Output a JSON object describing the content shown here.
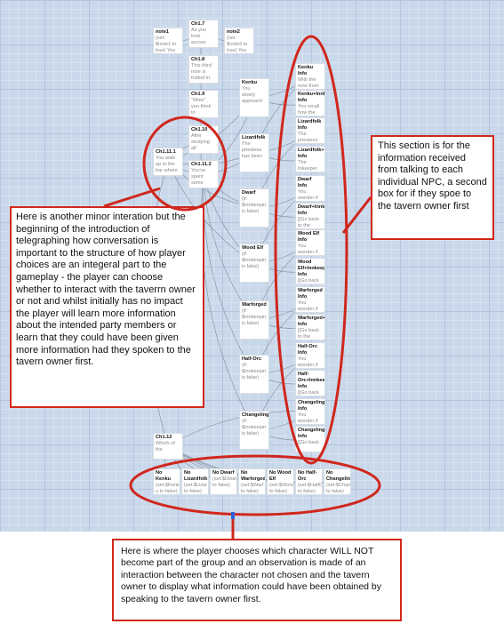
{
  "passages": [
    {
      "id": "note1",
      "title": "note1",
      "body": "(set:\n$note1 to\ntrue) You"
    },
    {
      "id": "ch1-7",
      "title": "Ch1.7",
      "body": "As you\nlook\nacross"
    },
    {
      "id": "note2",
      "title": "note2",
      "body": "(set:\n$note2 to\ntrue) You"
    },
    {
      "id": "ch1-8",
      "title": "Ch1.8",
      "body": "This third\nnote is\nfolded in"
    },
    {
      "id": "ch1-9",
      "title": "Ch1.9",
      "body": "\"Wow\"\nyou think\nto"
    },
    {
      "id": "ch1-10",
      "title": "Ch1.10",
      "body": "After\nstudying\nall"
    },
    {
      "id": "ch1-11-1",
      "title": "Ch1.11.1",
      "body": "You walk\nup to the\nbar where"
    },
    {
      "id": "ch1-11-2",
      "title": "Ch1.11.2",
      "body": "You've\nspent\nsome"
    },
    {
      "id": "kenku",
      "title": "Kenku",
      "body": "You\nslowly\napproach"
    },
    {
      "id": "lizardfolk",
      "title": "Lizardfolk",
      "body": "The\npriestess\nhas been"
    },
    {
      "id": "dwarf",
      "title": "Dwarf",
      "body": "(if:\n$innkeepin\nis false)"
    },
    {
      "id": "wood-elf",
      "title": "Wood Elf",
      "body": "(if:\n$innkeepin\nis false)"
    },
    {
      "id": "warforged",
      "title": "Warforged",
      "body": "(if:\n$innkeepin\nis false)"
    },
    {
      "id": "half-orc",
      "title": "Half-Orc",
      "body": "(if:\n$innkeepin\nis false)"
    },
    {
      "id": "changeling",
      "title": "Changeling",
      "body": "(if:\n$innkeepin\nis false)"
    },
    {
      "id": "kenku-info",
      "title": "Kenku\nInfo",
      "body": "With the\nnote from"
    },
    {
      "id": "kenku-inn-info",
      "title": "Kenku+Innk\nInfo",
      "body": "You recall\nhow the"
    },
    {
      "id": "lizardfolk-info",
      "title": "Lizardfolk\nInfo",
      "body": "The\npriestess"
    },
    {
      "id": "lizardfolk-inn-info",
      "title": "Lizardfolk+\nInfo",
      "body": "The\nInkeeper"
    },
    {
      "id": "dwarf-info",
      "title": "Dwarf\nInfo",
      "body": "You\nwonder if"
    },
    {
      "id": "dwarf-inn-info",
      "title": "Dwarf+Innk\nInfo",
      "body": "[[Go back\nto the"
    },
    {
      "id": "wood-elf-info",
      "title": "Wood Elf\nInfo",
      "body": "You\nwonder if"
    },
    {
      "id": "wood-elf-inn-info",
      "title": "Wood\nElf+Innkeep\nInfo",
      "body": "[[Go back"
    },
    {
      "id": "warforged-info",
      "title": "Warforged\nInfo",
      "body": "You\nwonder if"
    },
    {
      "id": "warforged-inn-info",
      "title": "Warforged+\nInfo",
      "body": "[[Go back\nto the"
    },
    {
      "id": "half-orc-info",
      "title": "Half-Orc\nInfo",
      "body": "You\nwonder if"
    },
    {
      "id": "half-orc-inn-info",
      "title": "Half-\nOrc+Innkee\nInfo",
      "body": "[[Go back"
    },
    {
      "id": "changeling-info",
      "title": "Changeling\nInfo",
      "body": "You\nwonder if"
    },
    {
      "id": "changeling-inn-info",
      "title": "Changeling+\nInfo",
      "body": "[[Go back"
    },
    {
      "id": "ch1-12",
      "title": "Ch1.12",
      "body": "Which of\nthe"
    },
    {
      "id": "no-kenku",
      "title": "No Kenku",
      "body": "(set:$Kenk\nu to false)"
    },
    {
      "id": "no-lizardfolk",
      "title": "No\nLizardfolk",
      "body": "(set:$Lizar\nto false)"
    },
    {
      "id": "no-dwarf",
      "title": "No Dwarf",
      "body": "(set:$Dwar\nto false)"
    },
    {
      "id": "no-warforged",
      "title": "No\nWarforged",
      "body": "(set:$Warf\nto false)"
    },
    {
      "id": "no-wood-elf",
      "title": "No Wood\nElf",
      "body": "(set:$Wood\nto false)"
    },
    {
      "id": "no-half-orc",
      "title": "No Half-\nOrc",
      "body": "(set:$HalfC\nto false)"
    },
    {
      "id": "no-changeling",
      "title": "No\nChangeling",
      "body": "(set:$Chan\nto false)"
    }
  ],
  "notes": {
    "left": "Here is another minor interation but the beginning of the introduction of telegraphing how conversation is important to the structure of how player choices are an integeral part to the gameplay - the player can choose whether to interact with the taverrn owner or not and whilst initially has no impact the player will learn more information about the intended party members or learn that they could have been given more information had they spoken to the tavern owner first.",
    "right": "This section is for the information received from talking to each individual NPC, a second box for if they spoe to the tavern owner first",
    "bottom": "Here is where the player chooses which character WILL NOT become part of the group and an observation is made of an interaction between the character not chosen and the tavern owner to display what information could have been obtained by speaking to the tavern owner first."
  },
  "colors": {
    "annotation": "#d0271d",
    "link": "#7a8695",
    "grid": "#c9d8ea",
    "marker": "#2a62d6"
  }
}
